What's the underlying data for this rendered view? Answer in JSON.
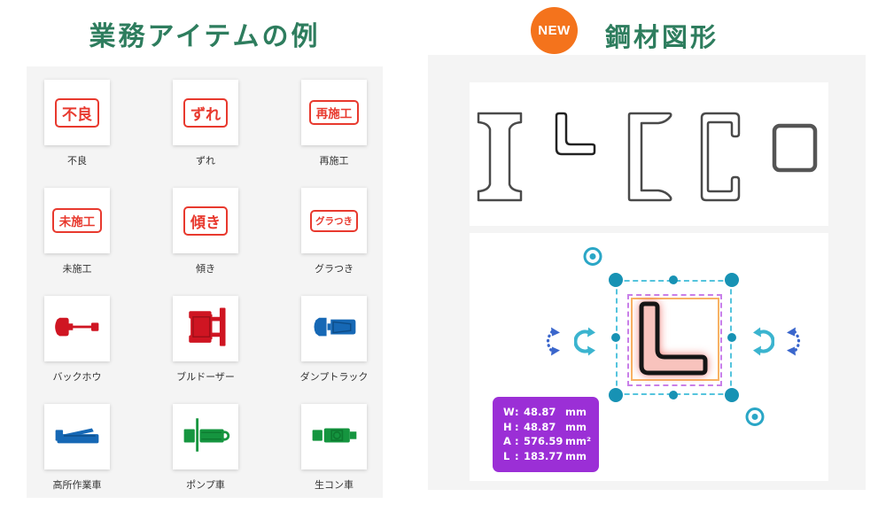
{
  "left_panel": {
    "title": "業務アイテムの例",
    "items": [
      {
        "label": "不良",
        "stamp": "不良"
      },
      {
        "label": "ずれ",
        "stamp": "ずれ"
      },
      {
        "label": "再施工",
        "stamp": "再施工"
      },
      {
        "label": "未施工",
        "stamp": "未施工"
      },
      {
        "label": "傾き",
        "stamp": "傾き"
      },
      {
        "label": "グラつき",
        "stamp": "グラつき"
      },
      {
        "label": "バックホウ",
        "icon": "backhoe-topview-icon"
      },
      {
        "label": "ブルドーザー",
        "icon": "bulldozer-topview-icon"
      },
      {
        "label": "ダンプトラック",
        "icon": "dump-truck-topview-icon"
      },
      {
        "label": "高所作業車",
        "icon": "aerial-work-vehicle-topview-icon"
      },
      {
        "label": "ポンプ車",
        "icon": "pump-truck-topview-icon"
      },
      {
        "label": "生コン車",
        "icon": "mixer-truck-topview-icon"
      }
    ]
  },
  "right_panel": {
    "badge": "NEW",
    "title": "鋼材図形",
    "steel_icons": [
      "i-beam-icon",
      "angle-steel-icon",
      "channel-steel-icon",
      "lip-channel-icon",
      "square-pipe-icon"
    ],
    "measurement_box": {
      "sep": ":",
      "rows": [
        {
          "key": "W",
          "value": "48.87",
          "unit": "mm"
        },
        {
          "key": "H",
          "value": "48.87",
          "unit": "mm"
        },
        {
          "key": "A",
          "value": "576.59",
          "unit": "mm²"
        },
        {
          "key": "L",
          "value": "183.77",
          "unit": "mm"
        }
      ]
    }
  },
  "colors": {
    "title_green": "#2e7d5e",
    "badge_orange": "#f4731c",
    "stamp_red": "#e8392e",
    "vehicle_red": "#cf1522",
    "vehicle_blue": "#1668b5",
    "vehicle_green": "#15953f",
    "panel_gray": "#f4f4f4",
    "steel_outline": "#4a4a4a",
    "selection_teal": "#55c4dd",
    "handle_teal": "#1792b4",
    "rotate_teal": "#3bb4cf",
    "rotate_blue": "#3a66cc",
    "guide_purple": "#c97fe9",
    "guide_orange": "#f8b264",
    "shape_fill_pink": "#f8c3bd",
    "info_purple": "#9b2fd6"
  }
}
